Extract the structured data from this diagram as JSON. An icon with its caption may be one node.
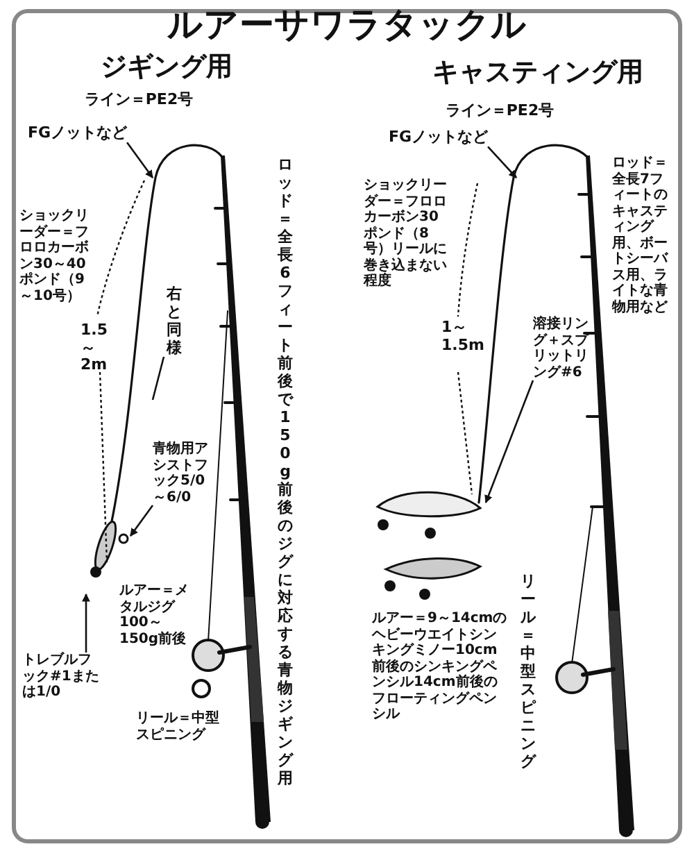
{
  "diagram": {
    "title": "ルアーサワラタックル",
    "nodes": [
      {
        "text": [
          "FGノットなど"
        ]
      },
      {
        "text": [
          "右と同様"
        ]
      },
      {
        "text": [
          "青物用アシストフック5/0～6/0"
        ]
      },
      {
        "text": [
          "トレブルフック#1または1/0"
        ]
      },
      {
        "text": [
          "FGノットなど"
        ]
      },
      {
        "text": [
          "溶接リング＋スプリットリング#6"
        ]
      }
    ],
    "edges": [
      {
        "from": 0,
        "to": null,
        "arrow": "to"
      },
      {
        "from": 1,
        "to": null,
        "arrow": "none"
      },
      {
        "from": 2,
        "to": null,
        "arrow": "to"
      },
      {
        "from": 3,
        "to": null,
        "arrow": "to"
      },
      {
        "from": 4,
        "to": null,
        "arrow": "to"
      },
      {
        "from": 5,
        "to": null,
        "arrow": "to"
      }
    ],
    "labels": [
      "ジギング用",
      "ライン＝PE2号",
      "ロッド＝全長6フィート前後で150g前後のジグに対応する青物ジギング用",
      "1.5～2m",
      "ショックリーダー＝フロロカーボン30～40ポンド（9～10号）",
      "ルアー＝メタルジグ100～150g前後",
      "リール＝中型スピニング",
      "キャスティング用",
      "ライン＝PE2号",
      "ロッド＝全長7フィートのキャスティング用、ボートシーバス用、ライトな青物用など",
      "ショックリーダー＝フロロカーボン30ポンド（8号）リールに巻き込まない程度",
      "1～1.5m",
      "リール＝中型スピニング",
      "ルアー＝9～14cmのヘビーウエイトシンキングミノー10cm前後のシンキングペンシル14cm前後のフローティングペンシル"
    ]
  }
}
